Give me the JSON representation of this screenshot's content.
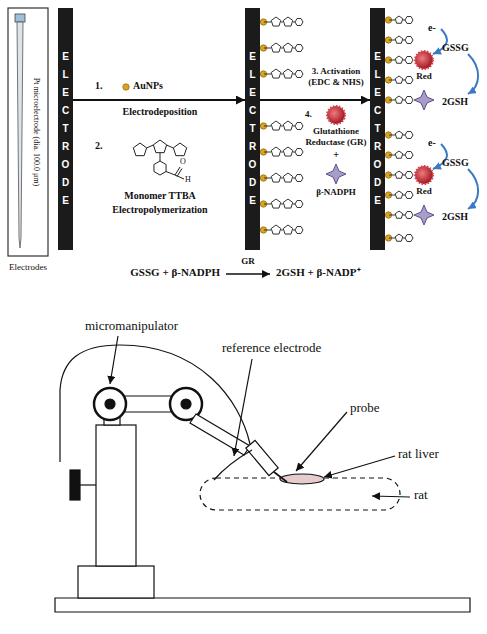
{
  "diagram": {
    "nodes": [
      {
        "text": [
          "ELECTRODE"
        ]
      },
      {
        "text": [
          "ELECTRODE"
        ]
      },
      {
        "text": [
          "ELECTRODE"
        ]
      }
    ],
    "edges": [
      {
        "from": 0,
        "to": 1,
        "arrow": "to"
      },
      {
        "from": 1,
        "to": 2,
        "arrow": "to"
      }
    ],
    "labels": [
      "Pt microelectrode (dia. 100.0 μm)",
      "Electrodes",
      "1.",
      "AuNPs",
      "Electrodeposition",
      "2.",
      "O",
      "H",
      "Monomer TTBA",
      "Electropolymerization",
      "3. Activation (EDC & NHS)",
      "4.",
      "Glutathione Reductase (GR)",
      "+",
      "β-NADPH",
      "e-",
      "GSSG",
      "Red",
      "2GSH",
      "e-",
      "GSSG",
      "Red",
      "2GSH",
      "GSSG + β-NADPH",
      "GR",
      "2GSH + β-NADP⁺",
      "micromanipulator",
      "reference electrode",
      "probe",
      "rat liver",
      "rat"
    ]
  }
}
